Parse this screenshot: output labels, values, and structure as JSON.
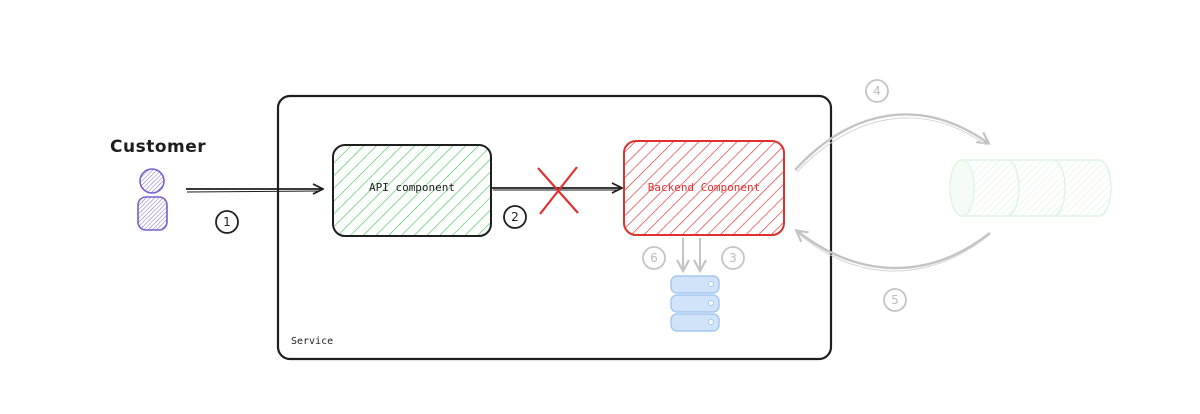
{
  "diagram": {
    "actor": {
      "label": "Customer",
      "color": "#7b5fc9"
    },
    "service": {
      "label": "Service"
    },
    "api_component": {
      "label": "API component",
      "fill": "#2f9e44",
      "stroke": "#1e1e1e"
    },
    "backend_component": {
      "label": "Backend Component",
      "fill": "#e03131",
      "stroke": "#e03131"
    },
    "database": {
      "icon": "database-icon",
      "color": "#a5c8ef"
    },
    "queue": {
      "icon": "queue-cylinder-icon",
      "color": "#b2f2bb"
    },
    "failure_mark": {
      "icon": "cross-icon",
      "color": "#e03131"
    },
    "steps": [
      {
        "number": "1"
      },
      {
        "number": "2"
      },
      {
        "number": "3"
      },
      {
        "number": "4"
      },
      {
        "number": "5"
      },
      {
        "number": "6"
      }
    ],
    "colors": {
      "ink": "#1e1e1e",
      "faded": "#bdbdbd"
    }
  }
}
